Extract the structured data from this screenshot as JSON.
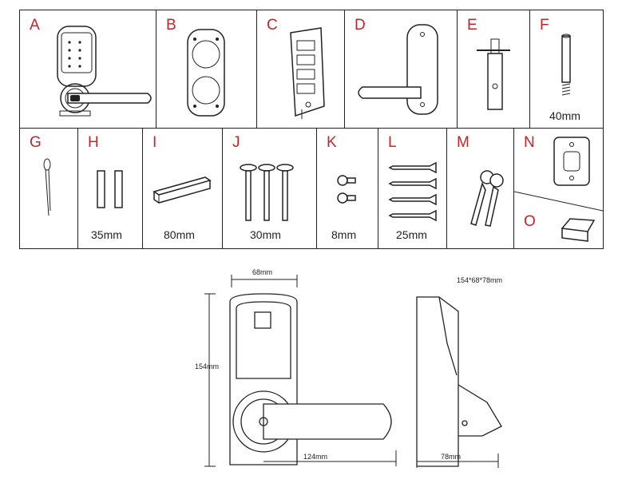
{
  "parts": [
    {
      "letter": "A",
      "dim": ""
    },
    {
      "letter": "B",
      "dim": ""
    },
    {
      "letter": "C",
      "dim": ""
    },
    {
      "letter": "D",
      "dim": ""
    },
    {
      "letter": "E",
      "dim": ""
    },
    {
      "letter": "F",
      "dim": "40mm"
    },
    {
      "letter": "G",
      "dim": ""
    },
    {
      "letter": "H",
      "dim": "35mm"
    },
    {
      "letter": "I",
      "dim": "80mm"
    },
    {
      "letter": "J",
      "dim": "30mm"
    },
    {
      "letter": "K",
      "dim": "8mm"
    },
    {
      "letter": "L",
      "dim": "25mm"
    },
    {
      "letter": "M",
      "dim": ""
    },
    {
      "letter": "N",
      "dim": ""
    },
    {
      "letter": "O",
      "dim": ""
    }
  ],
  "drawing": {
    "overall": "154*68*78mm",
    "width": "68mm",
    "height": "154mm",
    "handle_length": "124mm",
    "depth": "78mm"
  },
  "colors": {
    "letter": "#c0262d",
    "line": "#222222"
  }
}
